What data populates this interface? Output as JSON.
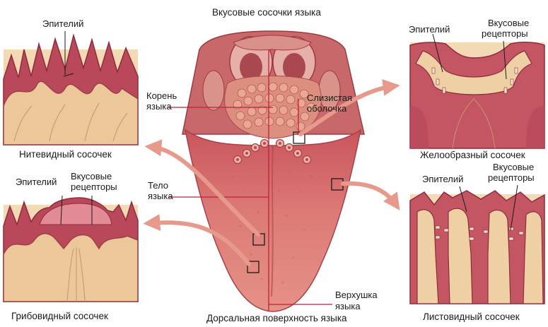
{
  "title": "Вкусовые сосочки языка",
  "bottom_caption": "Дорсальная поверхность языка",
  "tongue_labels": {
    "root_line1": "Корень",
    "root_line2": "языка",
    "body_line1": "Тело",
    "body_line2": "языка",
    "mucosa_line1": "Слизистая",
    "mucosa_line2": "оболочка",
    "tip_line1": "Верхушка",
    "tip_line2": "языка"
  },
  "panels": {
    "filiform": {
      "caption": "Нитевидный сосочек",
      "epithelium": "Эпителий"
    },
    "fungiform": {
      "caption": "Грибовидный сосочек",
      "epithelium": "Эпителий",
      "receptors_line1": "Вкусовые",
      "receptors_line2": "рецепторы"
    },
    "vallate": {
      "caption": "Желообразный сосочек",
      "epithelium": "Эпителий",
      "receptors_line1": "Вкусовые",
      "receptors_line2": "рецепторы"
    },
    "foliate": {
      "caption": "Листовидный сосочек",
      "epithelium": "Эпителий",
      "receptors_line1": "Вкусовые",
      "receptors_line2": "рецепторы"
    }
  },
  "colors": {
    "tongue": "#d9716f",
    "tongue_dark": "#b8404a",
    "epithelium": "#b03a48",
    "tissue": "#f1d6ae",
    "arrow": "#e79a8c",
    "leader_line": "#c41e3a"
  }
}
